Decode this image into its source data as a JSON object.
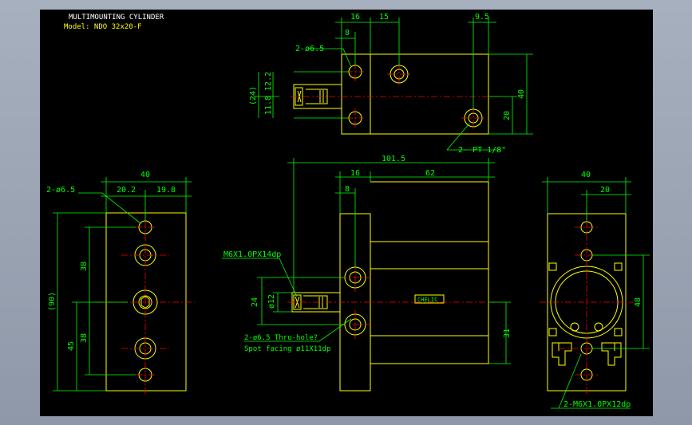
{
  "title": {
    "line1": "MULTIMOUNTING CYLINDER",
    "line2": "Model: NDO 32x20-F"
  },
  "colors": {
    "background": "#000000",
    "outline": "#ffff00",
    "dimension": "#00ff00",
    "centerline": "#ff0000",
    "frame": "#9aa4b4"
  },
  "top_view": {
    "dims": {
      "d16": "16",
      "d15": "15",
      "d95": "9.5",
      "d8": "8",
      "d24": "(24)",
      "d122": "12.2",
      "d118": "11.8",
      "d40": "40",
      "d20": "20"
    },
    "notes": {
      "holes": "2-ø6.5",
      "port": "2- PT 1/8\""
    }
  },
  "front_view": {
    "dims": {
      "d1015": "101.5",
      "d16": "16",
      "d62": "62",
      "d8": "8",
      "d24": "24",
      "d12": "ø12",
      "d31": "31"
    },
    "notes": {
      "thread": "M6X1.0PX14dp",
      "holes_a": "2-ø6.5 Thru-hole?",
      "holes_b": "Spot facing  ø11X11dp"
    },
    "label": "CHELIC"
  },
  "left_view": {
    "dims": {
      "d40": "40",
      "d202": "20.2",
      "d198": "19.8",
      "d90": "(90)",
      "d38a": "38",
      "d38b": "38",
      "d45": "45"
    },
    "notes": {
      "holes": "2-ø6.5"
    }
  },
  "right_view": {
    "dims": {
      "d40": "40",
      "d20": "20",
      "d48": "48"
    },
    "notes": {
      "thread": "2-M6X1.0PX12dp"
    }
  }
}
